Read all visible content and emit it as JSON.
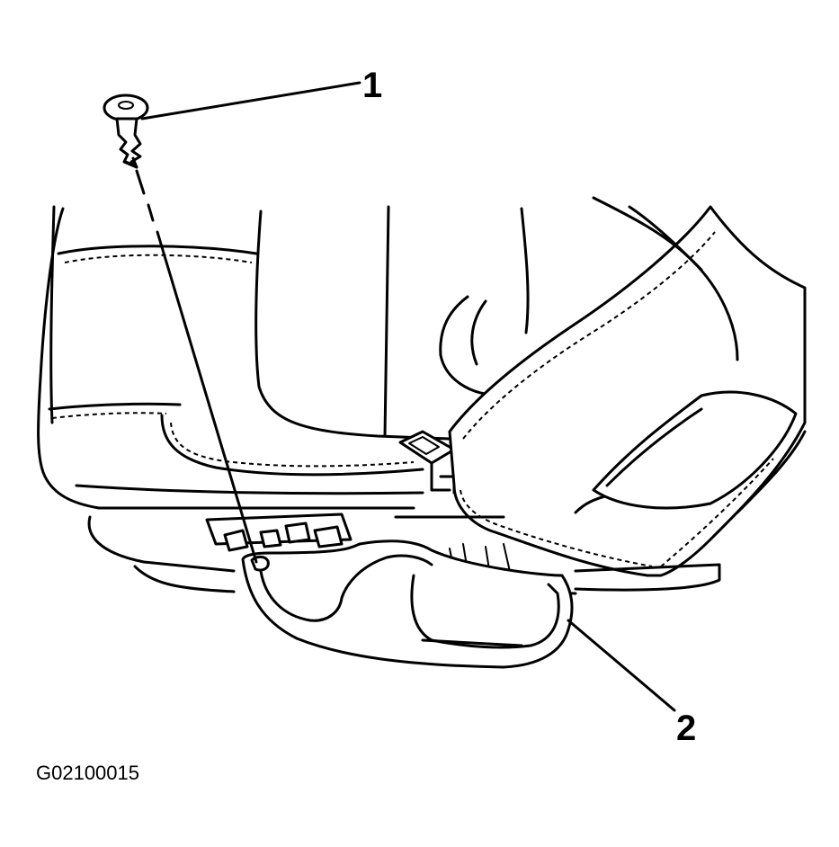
{
  "callouts": [
    {
      "label": "1",
      "part": "screw"
    },
    {
      "label": "2",
      "part": "seat-side-cover"
    }
  ],
  "figure_id": "G02100015"
}
